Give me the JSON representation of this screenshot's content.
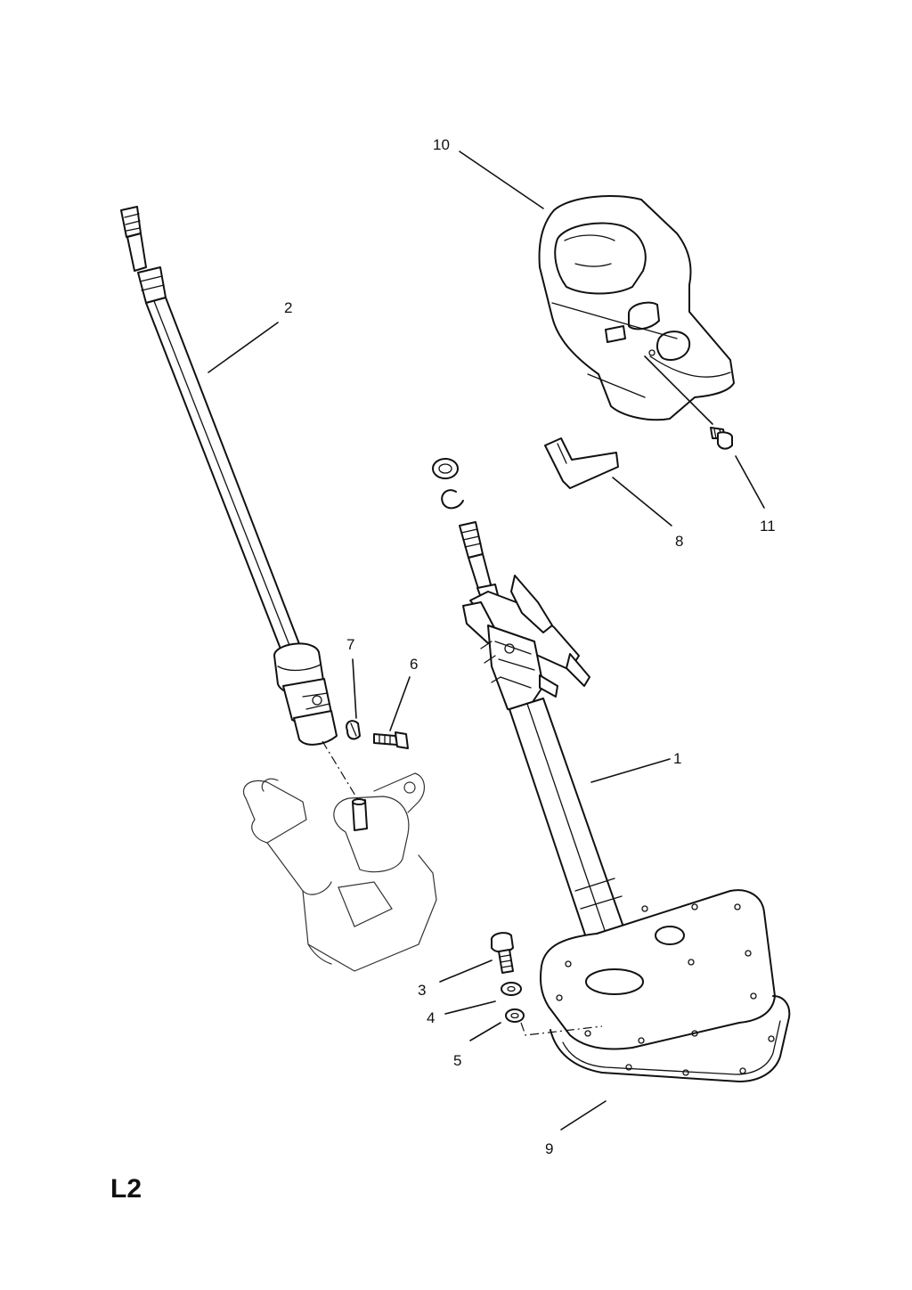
{
  "sheet": {
    "id": "L2"
  },
  "callouts": [
    {
      "number": "1",
      "part": "steering-column"
    },
    {
      "number": "2",
      "part": "intermediate-shaft"
    },
    {
      "number": "3",
      "part": "bolt"
    },
    {
      "number": "4",
      "part": "spring-washer"
    },
    {
      "number": "5",
      "part": "washer"
    },
    {
      "number": "6",
      "part": "clamp-bolt"
    },
    {
      "number": "7",
      "part": "nut"
    },
    {
      "number": "8",
      "part": "clip"
    },
    {
      "number": "9",
      "part": "gasket"
    },
    {
      "number": "10",
      "part": "column-shroud"
    },
    {
      "number": "11",
      "part": "screw"
    }
  ]
}
